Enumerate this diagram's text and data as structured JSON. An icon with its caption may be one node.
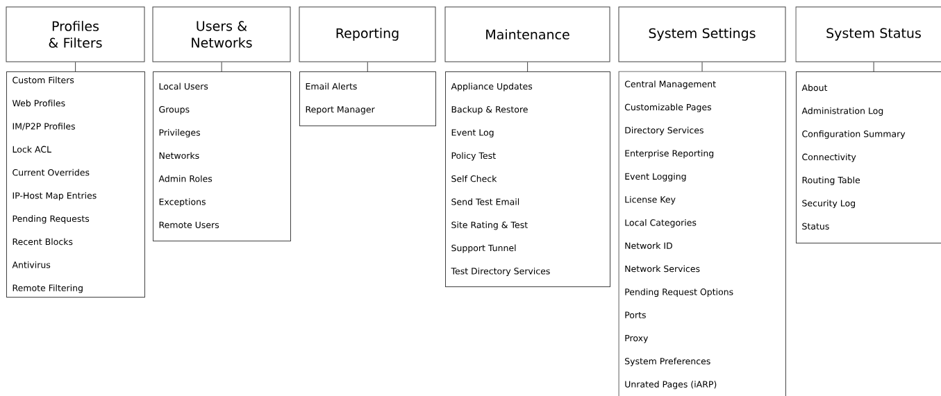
{
  "diagram": {
    "nodes": [
      {
        "text": [
          "Profiles & Filters"
        ]
      },
      {
        "text": [
          "Users & Networks"
        ]
      },
      {
        "text": [
          "Reporting"
        ]
      },
      {
        "text": [
          "Maintenance"
        ]
      },
      {
        "text": [
          "System Settings"
        ]
      },
      {
        "text": [
          "System Status"
        ]
      },
      {
        "text": [
          "Custom Filters",
          "Web Profiles",
          "IM/P2P Profiles",
          "Lock ACL",
          "Current Overrides",
          "IP-Host Map Entries",
          "Pending Requests",
          "Recent Blocks",
          "Antivirus",
          "Remote Filtering"
        ]
      },
      {
        "text": [
          "Local Users",
          "Groups",
          "Privileges",
          "Networks",
          "Admin Roles",
          "Exceptions",
          "Remote Users"
        ]
      },
      {
        "text": [
          "Email Alerts",
          "Report Manager"
        ]
      },
      {
        "text": [
          "Appliance Updates",
          "Backup & Restore",
          "Event Log",
          "Policy Test",
          "Self Check",
          "Send Test Email",
          "Site Rating & Test",
          "Support Tunnel",
          "Test Directory Services"
        ]
      },
      {
        "text": [
          "Central Management",
          "Customizable Pages",
          "Directory Services",
          "Enterprise Reporting",
          "Event Logging",
          "License Key",
          "Local Categories",
          "Network ID",
          "Network Services",
          "Pending Request Options",
          "Ports",
          "Proxy",
          "System Preferences",
          "Unrated Pages (iARP)"
        ]
      },
      {
        "text": [
          "About",
          "Administration Log",
          "Configuration Summary",
          "Connectivity",
          "Routing Table",
          "Security Log",
          "Status"
        ]
      }
    ],
    "edges": [
      {
        "from": 0,
        "to": 6,
        "arrow": "none"
      },
      {
        "from": 1,
        "to": 7,
        "arrow": "none"
      },
      {
        "from": 2,
        "to": 8,
        "arrow": "none"
      },
      {
        "from": 3,
        "to": 9,
        "arrow": "none"
      },
      {
        "from": 4,
        "to": 10,
        "arrow": "none"
      },
      {
        "from": 5,
        "to": 11,
        "arrow": "none"
      }
    ]
  }
}
